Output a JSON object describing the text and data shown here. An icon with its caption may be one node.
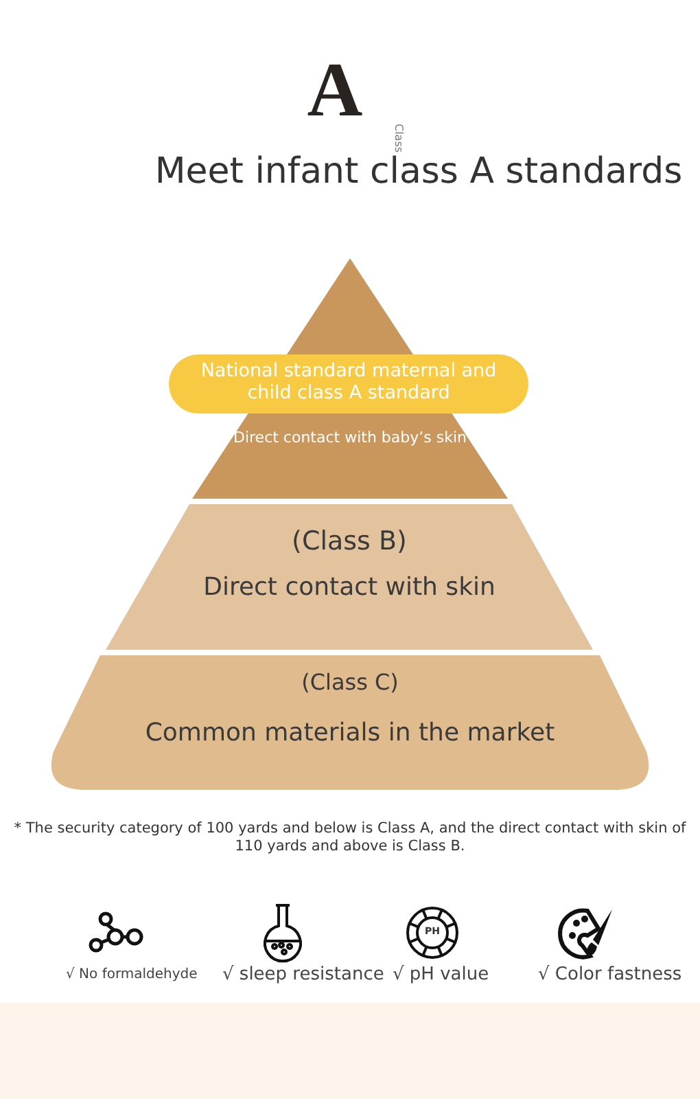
{
  "diagram": {
    "title": "Meet infant class A standards",
    "nodes": [
      {
        "text": [
          "Direct contact with baby’s skin"
        ]
      },
      {
        "text": [
          "National standard maternal and child class A standard"
        ]
      },
      {
        "text": [
          "(Class B)",
          "Direct contact with skin"
        ]
      },
      {
        "text": [
          "(Class C)",
          "Common materials in the market"
        ]
      }
    ],
    "labels": [
      "A",
      "Class",
      "* The security category of 100 yards and below is Class A, and the direct contact with skin of 110 yards and above is Class B.",
      "PH",
      "√ No formaldehyde",
      "√ sleep resistance",
      "√ pH value",
      "√ Color fastness"
    ]
  }
}
